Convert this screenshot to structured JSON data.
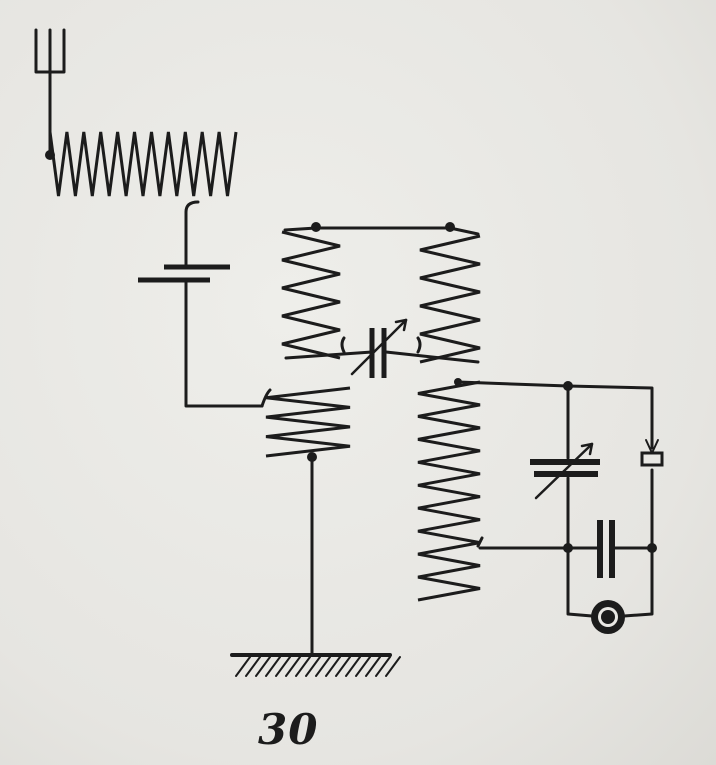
{
  "figure": {
    "number": "30"
  },
  "colors": {
    "ink": "#1c1c1c",
    "paper": "#e9e8e4"
  },
  "components": [
    "antenna-icon",
    "antenna-loading-coil",
    "series-fixed-capacitor",
    "antenna-coupling-coil",
    "ground-symbol-icon",
    "intermediate-coil-left",
    "intermediate-coil-right",
    "intermediate-variable-capacitor",
    "secondary-coil",
    "secondary-variable-capacitor",
    "crystal-detector-icon",
    "blocking-capacitor",
    "telephone-receiver-icon"
  ]
}
